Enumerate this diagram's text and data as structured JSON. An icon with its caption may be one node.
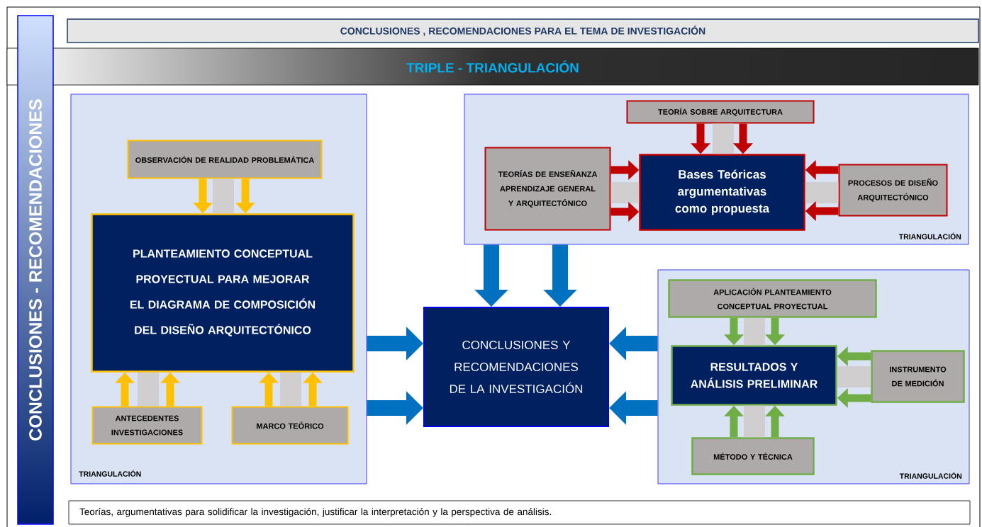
{
  "diagram": {
    "title": "CONCLUSIONES , RECOMENDACIONES PARA EL TEMA DE INVESTIGACIÓN",
    "nodes": [
      {
        "text": [
          "CONCLUSIONES - RECOMENDACIONES"
        ]
      },
      {
        "text": [
          "TRIPLE - TRIANGULACIÓN"
        ]
      },
      {
        "text": [
          "TRIANGULACIÓN"
        ]
      },
      {
        "text": [
          "OBSERVACIÓN DE REALIDAD PROBLEMÁTICA"
        ],
        "in": 2
      },
      {
        "text": [
          "PLANTEAMIENTO CONCEPTUAL PROYECTUAL PARA MEJORAR EL DIAGRAMA DE COMPOSICIÓN DEL DISEÑO ARQUITECTÓNICO"
        ],
        "in": 2
      },
      {
        "text": [
          "ANTECEDENTES INVESTIGACIONES"
        ],
        "in": 2
      },
      {
        "text": [
          "MARCO TEÓRICO"
        ],
        "in": 2
      },
      {
        "text": [
          "TRIANGULACIÓN"
        ]
      },
      {
        "text": [
          "TEORÍA SOBRE ARQUITECTURA"
        ],
        "in": 7
      },
      {
        "text": [
          "TEORÍAS DE ENSEÑANZA APRENDIZAJE GENERAL Y ARQUITECTÓNICO"
        ],
        "in": 7
      },
      {
        "text": [
          "Bases Teóricas argumentativas como propuesta"
        ],
        "in": 7
      },
      {
        "text": [
          "PROCESOS DE DISEÑO ARQUITECTÓNICO"
        ],
        "in": 7
      },
      {
        "text": [
          "TRIANGULACIÓN"
        ]
      },
      {
        "text": [
          "APLICACIÓN PLANTEAMIENTO CONCEPTUAL PROYECTUAL"
        ],
        "in": 12
      },
      {
        "text": [
          "RESULTADOS Y ANÁLISIS PRELIMINAR"
        ],
        "in": 12
      },
      {
        "text": [
          "INSTRUMENTO DE MEDICIÓN"
        ],
        "in": 12
      },
      {
        "text": [
          "MÉTODO Y TÉCNICA"
        ],
        "in": 12
      },
      {
        "text": [
          "CONCLUSIONES Y RECOMENDACIONES DE LA INVESTIGACIÓN"
        ]
      },
      {
        "text": [
          "Teorías, argumentativas para solidificar la investigación, justificar la interpretación y la perspectiva de análisis."
        ]
      }
    ],
    "edges": [
      {
        "from": 3,
        "to": 4,
        "arrow": "none",
        "style": "thick",
        "color": "#d0cece"
      },
      {
        "from": 3,
        "to": 4,
        "arrow": "to",
        "color": "#ffc000"
      },
      {
        "from": 3,
        "to": 4,
        "arrow": "to",
        "color": "#ffc000"
      },
      {
        "from": 5,
        "to": 4,
        "arrow": "none",
        "style": "thick",
        "color": "#d0cece"
      },
      {
        "from": 5,
        "to": 4,
        "arrow": "to",
        "color": "#ffc000"
      },
      {
        "from": 5,
        "to": 4,
        "arrow": "to",
        "color": "#ffc000"
      },
      {
        "from": 6,
        "to": 4,
        "arrow": "none",
        "style": "thick",
        "color": "#d0cece"
      },
      {
        "from": 6,
        "to": 4,
        "arrow": "to",
        "color": "#ffc000"
      },
      {
        "from": 6,
        "to": 4,
        "arrow": "to",
        "color": "#ffc000"
      },
      {
        "from": 8,
        "to": 10,
        "arrow": "none",
        "style": "thick",
        "color": "#d0cece"
      },
      {
        "from": 8,
        "to": 10,
        "arrow": "to",
        "color": "#c00000"
      },
      {
        "from": 8,
        "to": 10,
        "arrow": "to",
        "color": "#c00000"
      },
      {
        "from": 9,
        "to": 10,
        "arrow": "none",
        "style": "thick",
        "color": "#d0cece"
      },
      {
        "from": 9,
        "to": 10,
        "arrow": "to",
        "color": "#c00000"
      },
      {
        "from": 9,
        "to": 10,
        "arrow": "to",
        "color": "#c00000"
      },
      {
        "from": 11,
        "to": 10,
        "arrow": "none",
        "style": "thick",
        "color": "#d0cece"
      },
      {
        "from": 11,
        "to": 10,
        "arrow": "to",
        "color": "#c00000"
      },
      {
        "from": 11,
        "to": 10,
        "arrow": "to",
        "color": "#c00000"
      },
      {
        "from": 13,
        "to": 14,
        "arrow": "none",
        "style": "thick",
        "color": "#d0cece"
      },
      {
        "from": 13,
        "to": 14,
        "arrow": "to",
        "color": "#70ad47"
      },
      {
        "from": 13,
        "to": 14,
        "arrow": "to",
        "color": "#70ad47"
      },
      {
        "from": 15,
        "to": 14,
        "arrow": "none",
        "style": "thick",
        "color": "#d0cece"
      },
      {
        "from": 15,
        "to": 14,
        "arrow": "to",
        "color": "#70ad47"
      },
      {
        "from": 15,
        "to": 14,
        "arrow": "to",
        "color": "#70ad47"
      },
      {
        "from": 16,
        "to": 14,
        "arrow": "none",
        "style": "thick",
        "color": "#d0cece"
      },
      {
        "from": 16,
        "to": 14,
        "arrow": "to",
        "color": "#70ad47"
      },
      {
        "from": 16,
        "to": 14,
        "arrow": "to",
        "color": "#70ad47"
      },
      {
        "from": 7,
        "to": 17,
        "arrow": "to",
        "style": "thick",
        "color": "#0070c0"
      },
      {
        "from": 7,
        "to": 17,
        "arrow": "to",
        "style": "thick",
        "color": "#0070c0"
      },
      {
        "from": 2,
        "to": 17,
        "arrow": "to",
        "style": "thick",
        "color": "#0070c0"
      },
      {
        "from": 2,
        "to": 17,
        "arrow": "to",
        "style": "thick",
        "color": "#0070c0"
      },
      {
        "from": 12,
        "to": 17,
        "arrow": "to",
        "style": "thick",
        "color": "#0070c0"
      },
      {
        "from": 12,
        "to": 17,
        "arrow": "to",
        "style": "thick",
        "color": "#0070c0"
      }
    ]
  }
}
